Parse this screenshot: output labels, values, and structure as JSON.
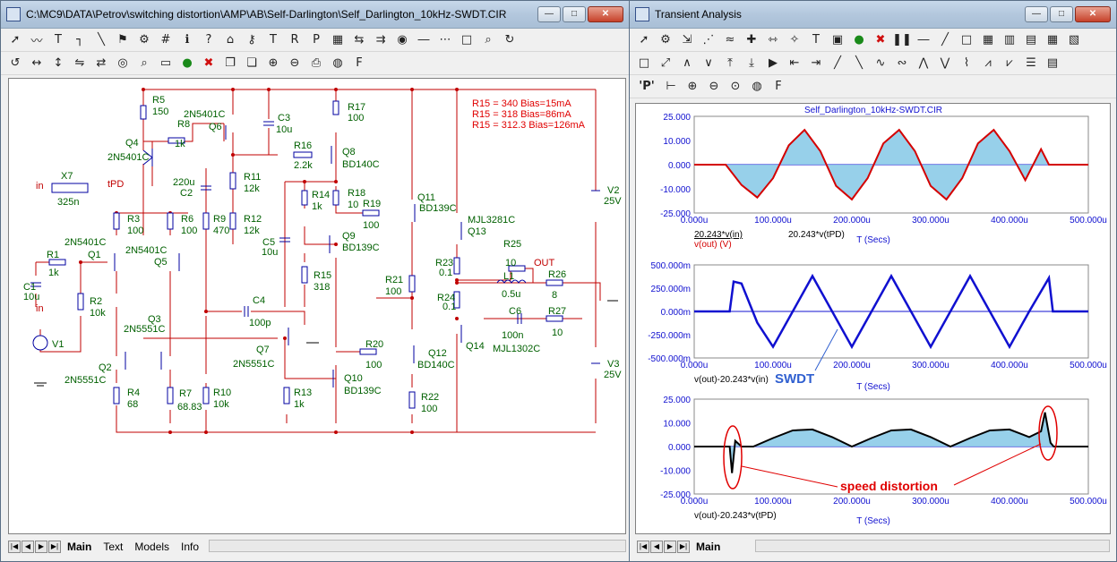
{
  "left_window": {
    "title": "C:\\MC9\\DATA\\Petrov\\switching distortion\\AMP\\AB\\Self-Darlington\\Self_Darlington_10kHz-SWDT.CIR",
    "tabs": [
      "Main",
      "Text",
      "Models",
      "Info"
    ],
    "toolbar1_icons": [
      "select-arrow",
      "wire",
      "text",
      "ortho-wire",
      "diagonal-wire",
      "flag",
      "components",
      "node-number",
      "info",
      "help",
      "component-editor",
      "probe",
      "text-tool",
      "r1-label",
      "pin-label",
      "grid-label",
      "tag",
      "bus",
      "on-off",
      "line",
      "dots",
      "rectangle",
      "find",
      "refresh"
    ],
    "toolbar2_icons": [
      "rotate",
      "flip-x",
      "flip-y",
      "mirror",
      "swap",
      "binoculars",
      "search",
      "window",
      "run",
      "stop",
      "copy",
      "paste",
      "zoom-in",
      "zoom-out",
      "print",
      "palette",
      "font"
    ],
    "schematic": {
      "labels": [
        {
          "id": "R5",
          "text": "R5"
        },
        {
          "id": "R5v",
          "text": "150"
        },
        {
          "id": "R8",
          "text": "R8"
        },
        {
          "id": "R8v",
          "text": "1k"
        },
        {
          "id": "Q6",
          "text": "2N5401C"
        },
        {
          "id": "Q6n",
          "text": "Q6"
        },
        {
          "id": "Q4n",
          "text": "Q4"
        },
        {
          "id": "Q4",
          "text": "2N5401C"
        },
        {
          "id": "C3",
          "text": "C3"
        },
        {
          "id": "C3v",
          "text": "10u"
        },
        {
          "id": "R17",
          "text": "R17"
        },
        {
          "id": "R17v",
          "text": "100"
        },
        {
          "id": "R16",
          "text": "R16"
        },
        {
          "id": "R16v",
          "text": "2.2k"
        },
        {
          "id": "Q8n",
          "text": "Q8"
        },
        {
          "id": "Q8",
          "text": "BD140C"
        },
        {
          "id": "X7",
          "text": "X7"
        },
        {
          "id": "X7v",
          "text": "325n"
        },
        {
          "id": "in1",
          "text": "in"
        },
        {
          "id": "tpd",
          "text": "tPD"
        },
        {
          "id": "C2v",
          "text": "220u"
        },
        {
          "id": "C2",
          "text": "C2"
        },
        {
          "id": "R11",
          "text": "R11"
        },
        {
          "id": "R11v",
          "text": "12k"
        },
        {
          "id": "R12",
          "text": "R12"
        },
        {
          "id": "R12v",
          "text": "12k"
        },
        {
          "id": "R14",
          "text": "R14"
        },
        {
          "id": "R14v",
          "text": "1k"
        },
        {
          "id": "R18",
          "text": "R18"
        },
        {
          "id": "R18v",
          "text": "10"
        },
        {
          "id": "R19",
          "text": "R19"
        },
        {
          "id": "R19v",
          "text": "100"
        },
        {
          "id": "Q11n",
          "text": "Q11"
        },
        {
          "id": "Q11",
          "text": "BD139C"
        },
        {
          "id": "Q13",
          "text": "MJL3281C"
        },
        {
          "id": "Q13n",
          "text": "Q13"
        },
        {
          "id": "V2",
          "text": "V2"
        },
        {
          "id": "V2v",
          "text": "25V"
        },
        {
          "id": "R3",
          "text": "R3"
        },
        {
          "id": "R3v",
          "text": "100"
        },
        {
          "id": "R6",
          "text": "R6"
        },
        {
          "id": "R6v",
          "text": "100"
        },
        {
          "id": "R9",
          "text": "R9"
        },
        {
          "id": "R9v",
          "text": "470"
        },
        {
          "id": "Q1a",
          "text": "2N5401C"
        },
        {
          "id": "Q1",
          "text": "Q1"
        },
        {
          "id": "Q5a",
          "text": "2N5401C"
        },
        {
          "id": "Q5",
          "text": "Q5"
        },
        {
          "id": "C5",
          "text": "C5"
        },
        {
          "id": "C5v",
          "text": "10u"
        },
        {
          "id": "Q9n",
          "text": "Q9"
        },
        {
          "id": "Q9",
          "text": "BD139C"
        },
        {
          "id": "R25",
          "text": "R25"
        },
        {
          "id": "R25v",
          "text": "10"
        },
        {
          "id": "R23",
          "text": "R23"
        },
        {
          "id": "R23v",
          "text": "0.1"
        },
        {
          "id": "OUT",
          "text": "OUT"
        },
        {
          "id": "R1",
          "text": "R1"
        },
        {
          "id": "R1v",
          "text": "1k"
        },
        {
          "id": "C1",
          "text": "C1"
        },
        {
          "id": "C1v",
          "text": "10u"
        },
        {
          "id": "R2",
          "text": "R2"
        },
        {
          "id": "R2v",
          "text": "10k"
        },
        {
          "id": "R15",
          "text": "R15"
        },
        {
          "id": "R15v",
          "text": "318"
        },
        {
          "id": "R21",
          "text": "R21"
        },
        {
          "id": "R21v",
          "text": "100"
        },
        {
          "id": "L1",
          "text": "L1"
        },
        {
          "id": "L1v",
          "text": "0.5u"
        },
        {
          "id": "R26",
          "text": "R26"
        },
        {
          "id": "R26v",
          "text": "8"
        },
        {
          "id": "R24",
          "text": "R24"
        },
        {
          "id": "R24v",
          "text": "0.1"
        },
        {
          "id": "in2",
          "text": "in"
        },
        {
          "id": "C4",
          "text": "C4"
        },
        {
          "id": "C4v",
          "text": "100p"
        },
        {
          "id": "Q3n",
          "text": "Q3"
        },
        {
          "id": "Q3",
          "text": "2N5551C"
        },
        {
          "id": "C6",
          "text": "C6"
        },
        {
          "id": "C6v",
          "text": "100n"
        },
        {
          "id": "R27",
          "text": "R27"
        },
        {
          "id": "R27v",
          "text": "10"
        },
        {
          "id": "V1",
          "text": "V1"
        },
        {
          "id": "Q7n",
          "text": "Q7"
        },
        {
          "id": "Q7",
          "text": "2N5551C"
        },
        {
          "id": "Q14",
          "text": "Q14"
        },
        {
          "id": "MJL1302C",
          "text": "MJL1302C"
        },
        {
          "id": "R20",
          "text": "R20"
        },
        {
          "id": "R20v",
          "text": "100"
        },
        {
          "id": "Q12n",
          "text": "Q12"
        },
        {
          "id": "Q12",
          "text": "BD140C"
        },
        {
          "id": "Q2n",
          "text": "Q2"
        },
        {
          "id": "Q2",
          "text": "2N5551C"
        },
        {
          "id": "Q10n",
          "text": "Q10"
        },
        {
          "id": "Q10",
          "text": "BD139C"
        },
        {
          "id": "V3",
          "text": "V3"
        },
        {
          "id": "V3v",
          "text": "25V"
        },
        {
          "id": "R4",
          "text": "R4"
        },
        {
          "id": "R4v",
          "text": "68"
        },
        {
          "id": "R7",
          "text": "R7"
        },
        {
          "id": "R7v",
          "text": "68.83"
        },
        {
          "id": "R10",
          "text": "R10"
        },
        {
          "id": "R10v",
          "text": "10k"
        },
        {
          "id": "R13",
          "text": "R13"
        },
        {
          "id": "R13v",
          "text": "1k"
        },
        {
          "id": "R22",
          "text": "R22"
        },
        {
          "id": "R22v",
          "text": "100"
        }
      ],
      "annotations": [
        "R15 = 340 Bias=15mA",
        "R15 = 318 Bias=86mA",
        "R15 = 312.3 Bias=126mA"
      ],
      "colors": {
        "wire": "#c00000",
        "component": "#0000a0",
        "label": "#006000",
        "annotation": "#e00000",
        "ground": "#000000"
      }
    }
  },
  "right_window": {
    "title": "Transient Analysis",
    "tabs": [
      "Main"
    ],
    "toolbar1_icons": [
      "select-arrow",
      "components",
      "scale",
      "data-points",
      "tokens",
      "cursor-mode",
      "horizontal-tag",
      "point-tag",
      "text",
      "properties",
      "run",
      "stop",
      "pause",
      "line",
      "diagonal",
      "rectangle",
      "grid",
      "tab-1",
      "tab-2",
      "tab-3",
      "tab-4"
    ],
    "toolbar2_icons": [
      "rectangle",
      "cursor-sep",
      "peak",
      "valley",
      "high",
      "low",
      "animate",
      "cursor-left",
      "cursor-right",
      "slope-1",
      "slope-2",
      "slope-3",
      "slope-4",
      "slope-5",
      "slope-6",
      "slope-7",
      "slope-8",
      "slope-9",
      "options",
      "table"
    ],
    "toolbar3": {
      "p_label": "'P'"
    },
    "toolbar3_icons": [
      "ruler",
      "zoom-in",
      "zoom-out",
      "zoom-fit",
      "palette",
      "font"
    ],
    "plot_title": "Self_Darlington_10kHz-SWDT.CIR",
    "xlabel": "T (Secs)",
    "xticks": [
      "0.000u",
      "100.000u",
      "200.000u",
      "300.000u",
      "400.000u",
      "500.000u"
    ],
    "plots": [
      {
        "yticks": [
          "25.000",
          "10.000",
          "0.000",
          "-10.000",
          "-25.000"
        ],
        "legend": [
          "20.243*v(in)",
          "v(out) (V)",
          "20.243*v(tPD)"
        ],
        "color": "#d40000"
      },
      {
        "yticks": [
          "500.000m",
          "250.000m",
          "0.000m",
          "-250.000m",
          "-500.000m"
        ],
        "legend": [
          "v(out)-20.243*v(in)"
        ],
        "color": "#1010d0",
        "note": "SWDT"
      },
      {
        "yticks": [
          "25.000",
          "10.000",
          "0.000",
          "-10.000",
          "-25.000"
        ],
        "legend": [
          "v(out)-20.243*v(tPD)"
        ],
        "color": "#000000",
        "note": "speed distortion"
      }
    ],
    "chart_data": [
      {
        "type": "line",
        "title": "Self_Darlington_10kHz-SWDT.CIR",
        "xlabel": "T (Secs)",
        "ylabel": "",
        "xlim": [
          0,
          500
        ],
        "ylim": [
          -25,
          25
        ],
        "series": [
          {
            "name": "v(out) (V)",
            "x": [
              0,
              40,
              60,
              80,
              100,
              120,
              140,
              160,
              180,
              200,
              220,
              240,
              260,
              280,
              300,
              320,
              340,
              360,
              380,
              400,
              420,
              440,
              450,
              460,
              500
            ],
            "values": [
              0,
              0,
              -10.5,
              -17,
              -7,
              10,
              18,
              7,
              -11,
              -18,
              -7,
              11,
              18,
              7,
              -11,
              -18,
              -7,
              11,
              18,
              7,
              -8,
              8,
              0,
              0,
              0
            ]
          }
        ]
      },
      {
        "type": "line",
        "xlabel": "T (Secs)",
        "ylabel": "",
        "xlim": [
          0,
          500
        ],
        "ylim": [
          -500,
          500
        ],
        "series": [
          {
            "name": "v(out)-20.243*v(in)",
            "x": [
              0,
              45,
              50,
              60,
              80,
              100,
              125,
              150,
              175,
              200,
              225,
              250,
              275,
              300,
              325,
              350,
              375,
              400,
              425,
              450,
              455,
              470,
              500
            ],
            "values": [
              0,
              0,
              320,
              300,
              -120,
              -380,
              0,
              380,
              0,
              -380,
              0,
              380,
              0,
              -380,
              0,
              380,
              0,
              -380,
              0,
              360,
              0,
              0,
              0
            ]
          }
        ]
      },
      {
        "type": "area",
        "xlabel": "T (Secs)",
        "ylabel": "",
        "xlim": [
          0,
          500
        ],
        "ylim": [
          -25,
          25
        ],
        "series": [
          {
            "name": "v(out)-20.243*v(tPD)",
            "x": [
              0,
              45,
              48,
              52,
              60,
              75,
              100,
              125,
              150,
              175,
              200,
              225,
              250,
              275,
              300,
              325,
              350,
              375,
              400,
              425,
              440,
              445,
              452,
              456,
              460,
              500
            ],
            "values": [
              0,
              0,
              -14,
              3,
              0,
              0,
              4.5,
              8.5,
              9,
              5,
              0,
              4.5,
              8.5,
              9,
              5,
              0,
              4.5,
              8.5,
              9,
              5,
              8,
              18,
              2,
              0,
              0,
              0
            ]
          }
        ]
      }
    ]
  }
}
